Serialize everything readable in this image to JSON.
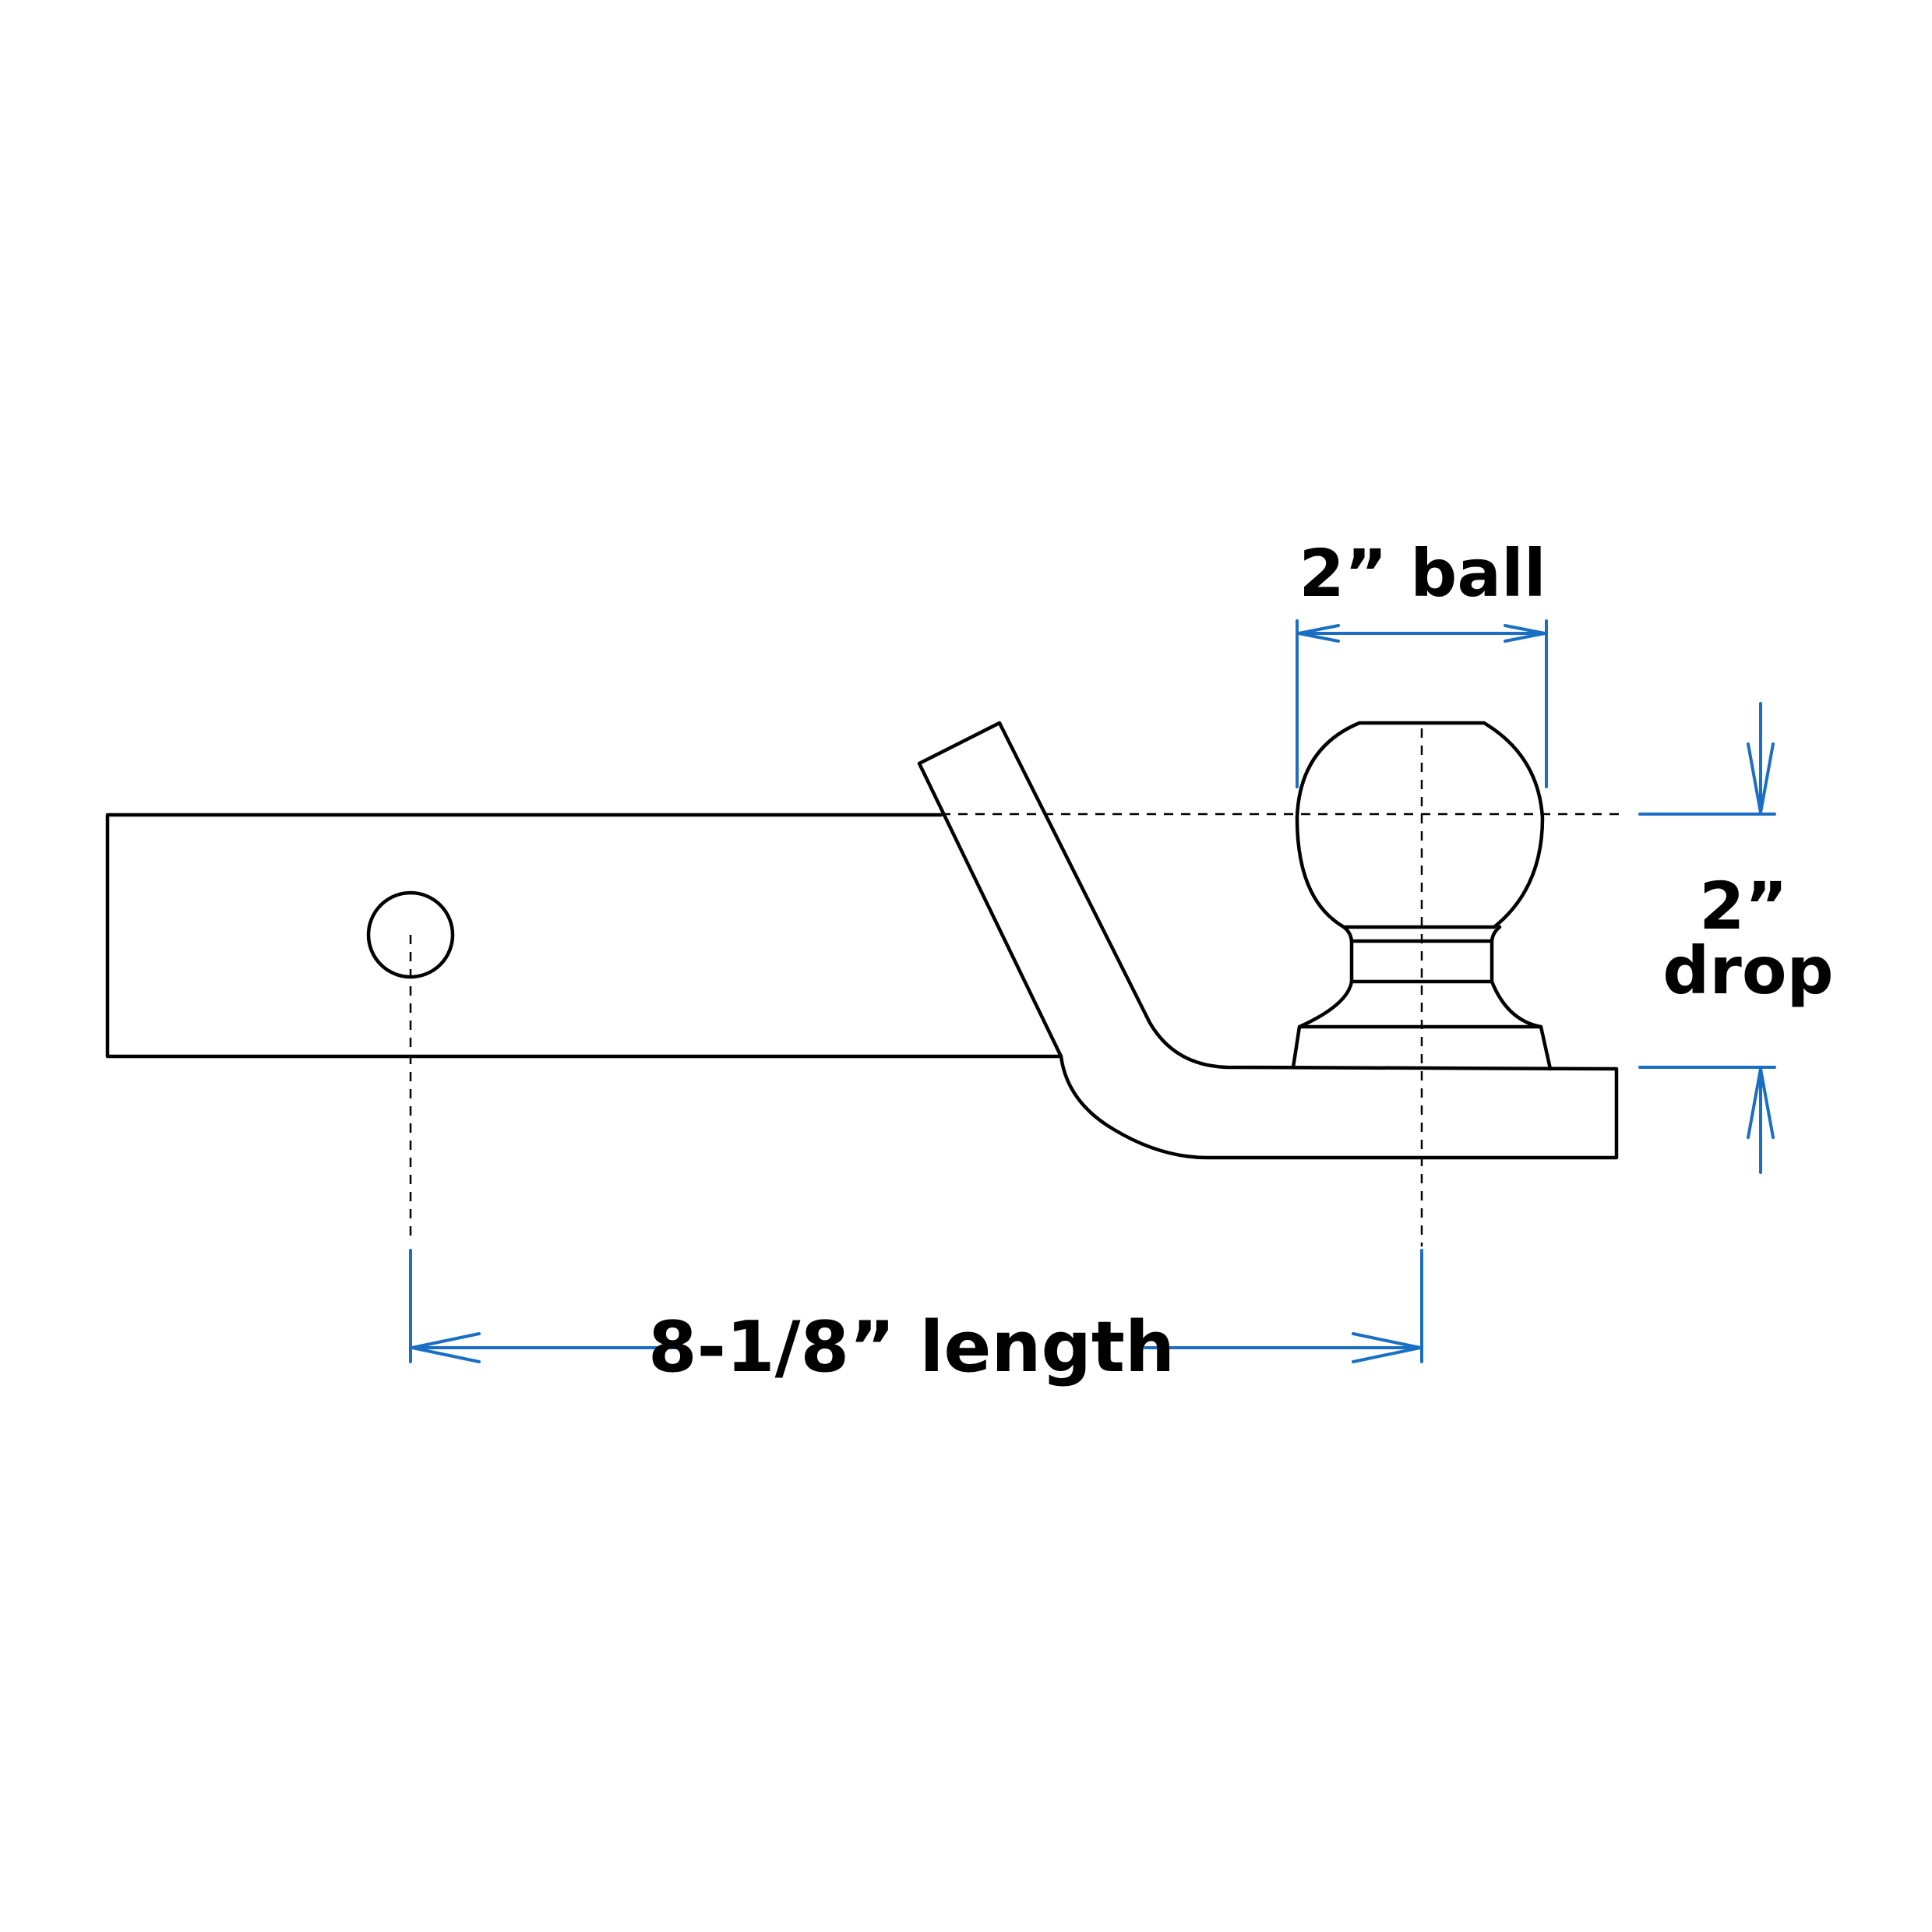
{
  "labels": {
    "ball": "2” ball",
    "drop_value": "2”",
    "drop_word": "drop",
    "length": "8-1/8” length"
  },
  "colors": {
    "outline": "#000000",
    "dimension": "#1a6fc4",
    "background": "#ffffff"
  }
}
